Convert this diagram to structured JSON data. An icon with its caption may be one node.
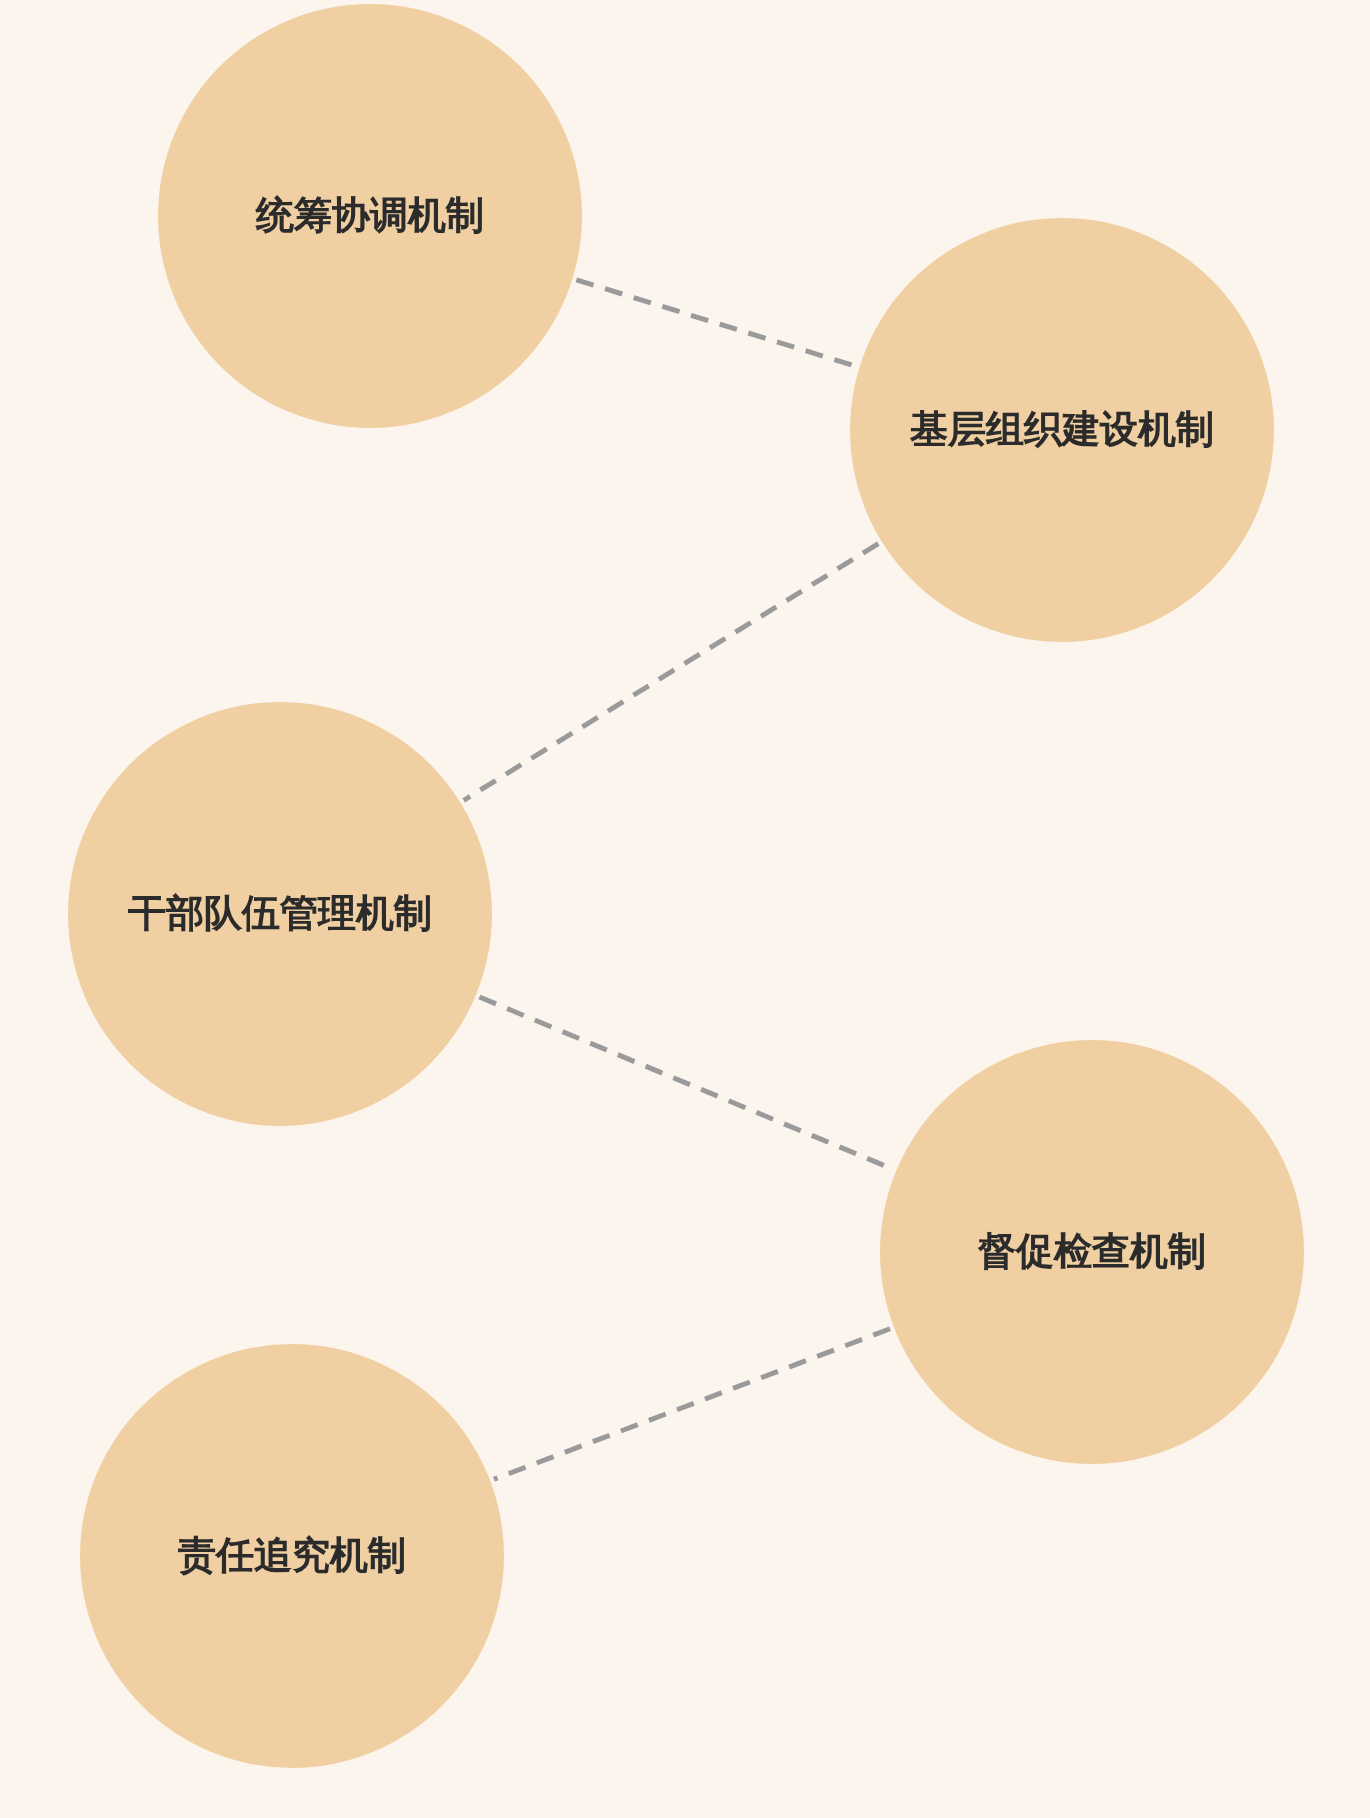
{
  "diagram": {
    "nodes": [
      {
        "text": [
          "统筹协调机制"
        ]
      },
      {
        "text": [
          "基层组织建设机制"
        ]
      },
      {
        "text": [
          "干部队伍管理机制"
        ]
      },
      {
        "text": [
          "督促检查机制"
        ]
      },
      {
        "text": [
          "责任追究机制"
        ]
      }
    ],
    "edges": [
      {
        "from": 0,
        "to": 1,
        "arrow": "none",
        "style": "dashed"
      },
      {
        "from": 1,
        "to": 2,
        "arrow": "none",
        "style": "dashed"
      },
      {
        "from": 2,
        "to": 3,
        "arrow": "none",
        "style": "dashed"
      },
      {
        "from": 3,
        "to": 4,
        "arrow": "none",
        "style": "dashed"
      }
    ]
  }
}
